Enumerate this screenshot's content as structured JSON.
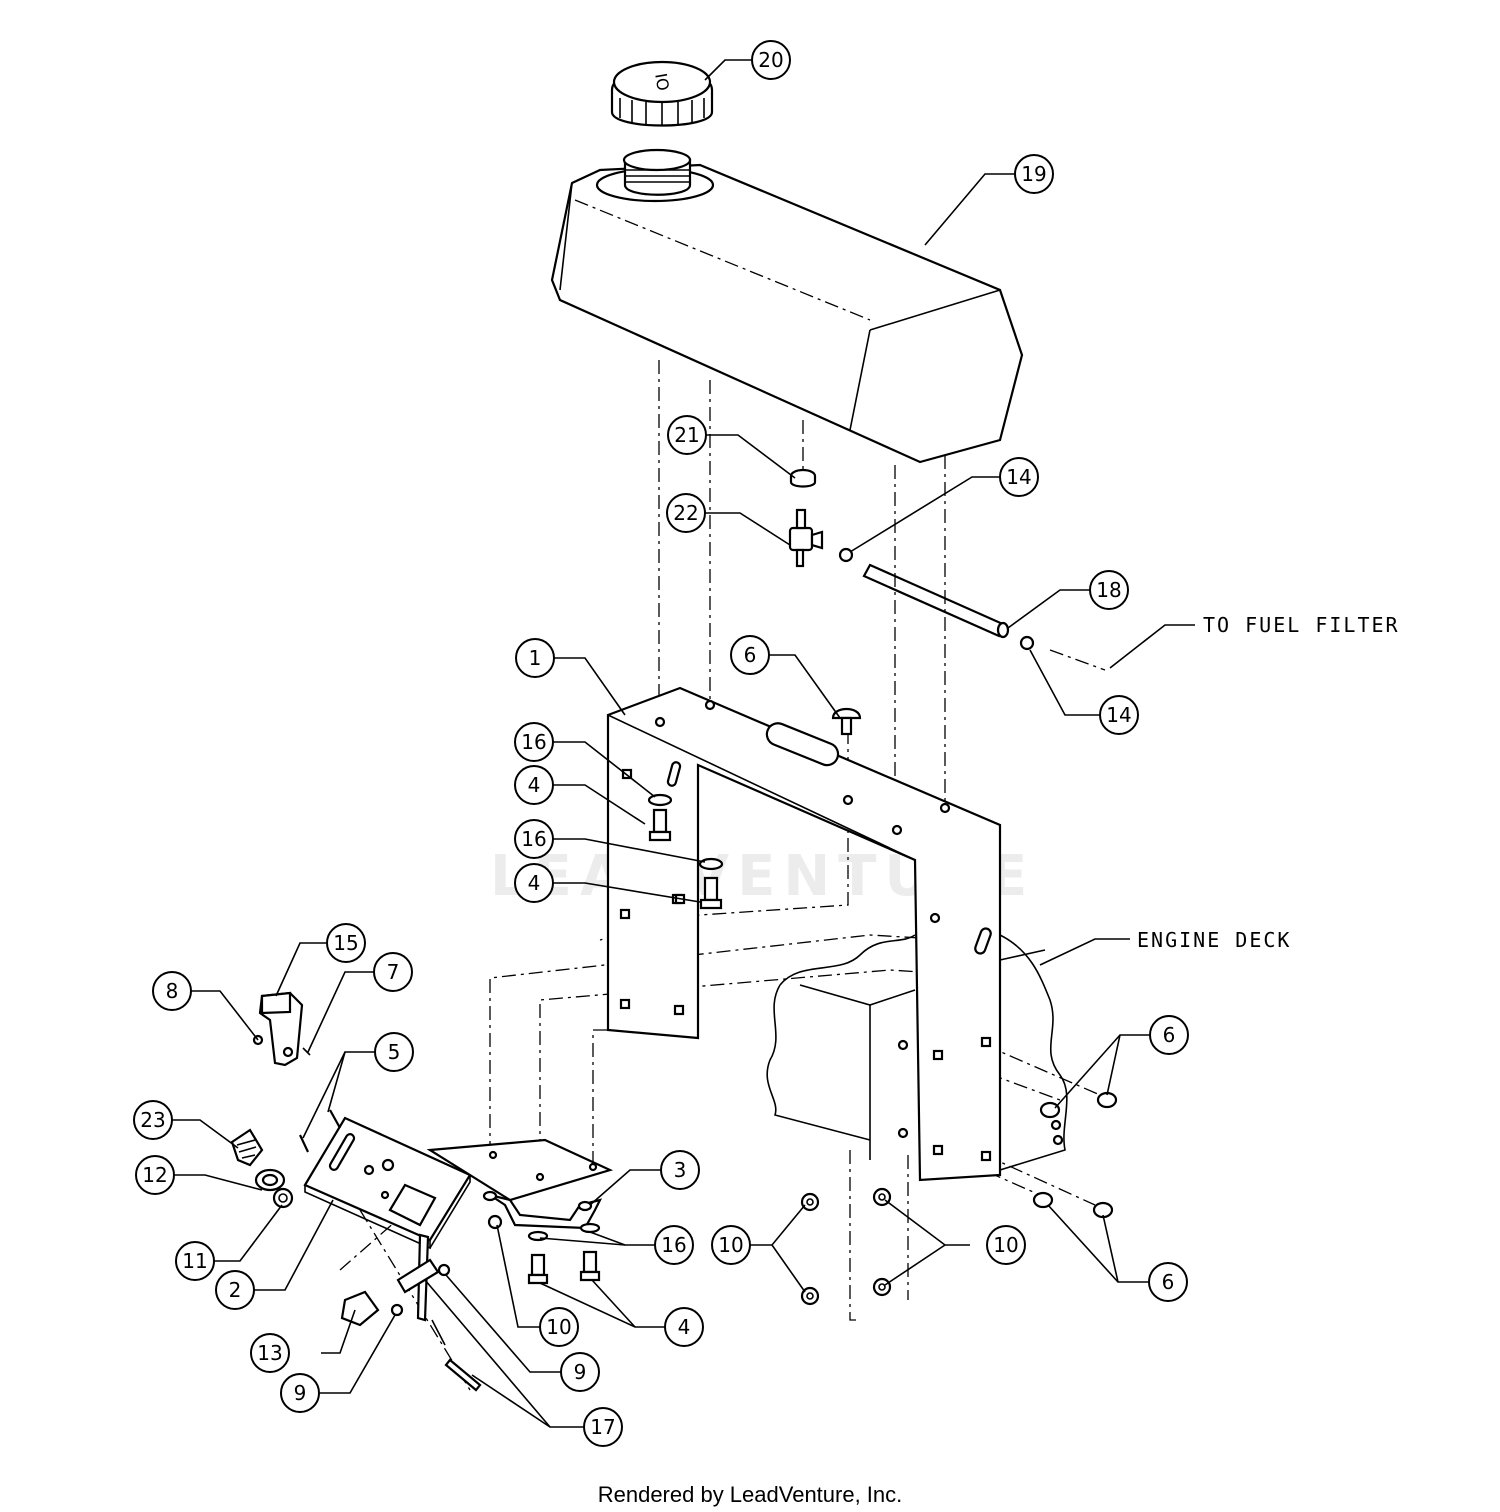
{
  "labels": {
    "to_fuel_filter": "TO FUEL FILTER",
    "engine_deck": "ENGINE DECK",
    "credit": "Rendered by LeadVenture, Inc.",
    "watermark": "LEADVENTURE"
  },
  "callouts": [
    "20",
    "19",
    "21",
    "22",
    "14",
    "18",
    "14",
    "1",
    "6",
    "16",
    "4",
    "16",
    "4",
    "15",
    "7",
    "8",
    "5",
    "23",
    "12",
    "11",
    "2",
    "3",
    "16",
    "10",
    "10",
    "10",
    "4",
    "9",
    "9",
    "13",
    "17",
    "6",
    "6"
  ]
}
